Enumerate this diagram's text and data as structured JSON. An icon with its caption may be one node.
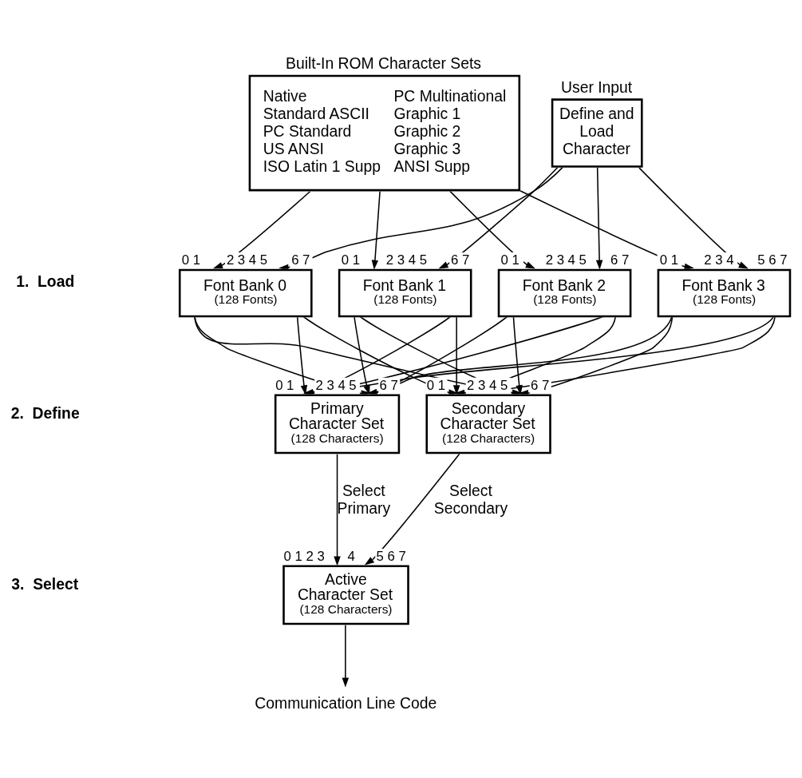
{
  "diagram": {
    "nodes": [
      {
        "text": [
          "Built-In ROM Character Sets",
          "Native",
          "Standard ASCII",
          "PC Standard",
          "US ANSI",
          "ISO Latin 1 Supp",
          "PC Multinational",
          "Graphic 1",
          "Graphic 2",
          "Graphic 3",
          "ANSI Supp"
        ]
      },
      {
        "text": [
          "User Input",
          "Define and Load Character"
        ]
      },
      {
        "text": [
          "Font Bank 0",
          "(128 Fonts)"
        ],
        "beside": [
          "0 1",
          "2 3 4 5",
          "6 7"
        ]
      },
      {
        "text": [
          "Font Bank 1",
          "(128 Fonts)"
        ],
        "beside": [
          "0 1",
          "2 3 4 5",
          "6 7"
        ]
      },
      {
        "text": [
          "Font Bank 2",
          "(128 Fonts)"
        ],
        "beside": [
          "0 1",
          "2 3 4 5",
          "6 7"
        ]
      },
      {
        "text": [
          "Font Bank 3",
          "(128 Fonts)"
        ],
        "beside": [
          "0 1",
          "2 3 4",
          "5 6 7"
        ]
      },
      {
        "text": [
          "Primary Character Set",
          "(128 Characters)"
        ],
        "beside": [
          "0 1",
          "2 3 4 5",
          "6 7"
        ]
      },
      {
        "text": [
          "Secondary Character Set",
          "(128 Characters)"
        ],
        "beside": [
          "0 1",
          "2 3 4 5",
          "6 7"
        ]
      },
      {
        "text": [
          "Active Character Set",
          "(128 Characters)"
        ],
        "beside": [
          "0 1 2 3",
          "4",
          "5 6 7"
        ]
      },
      {
        "text": [
          "Communication Line Code"
        ]
      }
    ],
    "edges": [
      {
        "from": 0,
        "to": 2,
        "arrow": "to"
      },
      {
        "from": 0,
        "to": 3,
        "arrow": "to"
      },
      {
        "from": 0,
        "to": 4,
        "arrow": "to"
      },
      {
        "from": 0,
        "to": 5,
        "arrow": "to"
      },
      {
        "from": 1,
        "to": 2,
        "arrow": "to"
      },
      {
        "from": 1,
        "to": 3,
        "arrow": "to"
      },
      {
        "from": 1,
        "to": 4,
        "arrow": "to"
      },
      {
        "from": 1,
        "to": 5,
        "arrow": "to"
      },
      {
        "from": 2,
        "to": 6,
        "arrow": "to"
      },
      {
        "from": 3,
        "to": 6,
        "arrow": "to"
      },
      {
        "from": 4,
        "to": 6,
        "arrow": "to"
      },
      {
        "from": 5,
        "to": 6,
        "arrow": "to"
      },
      {
        "from": 2,
        "to": 7,
        "arrow": "to"
      },
      {
        "from": 3,
        "to": 7,
        "arrow": "to"
      },
      {
        "from": 4,
        "to": 7,
        "arrow": "to"
      },
      {
        "from": 5,
        "to": 7,
        "arrow": "to"
      },
      {
        "from": 2,
        "to": 6,
        "arrow": "to"
      },
      {
        "from": 3,
        "to": 6,
        "arrow": "to"
      },
      {
        "from": 4,
        "to": 6,
        "arrow": "to"
      },
      {
        "from": 5,
        "to": 6,
        "arrow": "to"
      },
      {
        "from": 2,
        "to": 7,
        "arrow": "to"
      },
      {
        "from": 3,
        "to": 7,
        "arrow": "to"
      },
      {
        "from": 4,
        "to": 7,
        "arrow": "to"
      },
      {
        "from": 5,
        "to": 7,
        "arrow": "to"
      },
      {
        "from": 6,
        "to": 8,
        "label": "Select Primary",
        "arrow": "to"
      },
      {
        "from": 7,
        "to": 8,
        "label": "Select Secondary",
        "arrow": "to"
      },
      {
        "from": 8,
        "to": 9,
        "arrow": "to"
      }
    ],
    "labels": [
      "1.  Load",
      "2.  Define",
      "3.  Select"
    ]
  }
}
